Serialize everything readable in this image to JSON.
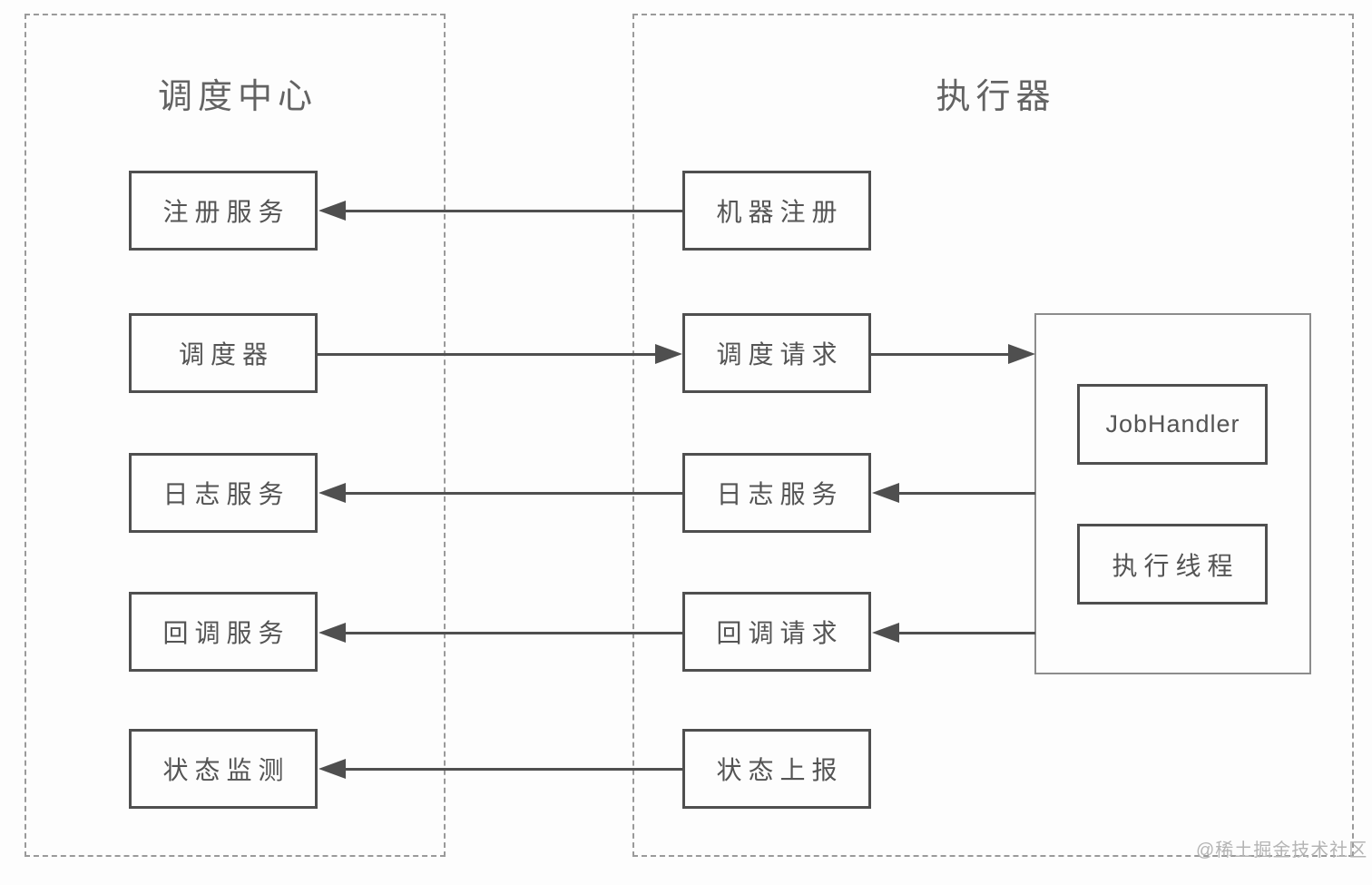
{
  "diagram": {
    "left_panel": {
      "title": "调度中心",
      "nodes": [
        {
          "id": "register-service",
          "label": "注册服务"
        },
        {
          "id": "scheduler",
          "label": "调度器"
        },
        {
          "id": "log-service",
          "label": "日志服务"
        },
        {
          "id": "callback-service",
          "label": "回调服务"
        },
        {
          "id": "status-monitor",
          "label": "状态监测"
        }
      ]
    },
    "right_panel": {
      "title": "执行器",
      "nodes": [
        {
          "id": "machine-register",
          "label": "机器注册"
        },
        {
          "id": "dispatch-request",
          "label": "调度请求"
        },
        {
          "id": "log-service",
          "label": "日志服务"
        },
        {
          "id": "callback-request",
          "label": "回调请求"
        },
        {
          "id": "status-report",
          "label": "状态上报"
        }
      ],
      "inner_container_nodes": [
        {
          "id": "job-handler",
          "label": "JobHandler"
        },
        {
          "id": "execute-thread",
          "label": "执行线程"
        }
      ]
    },
    "arrows": [
      {
        "from": "machine-register",
        "to": "register-service",
        "direction": "left"
      },
      {
        "from": "scheduler",
        "to": "dispatch-request",
        "direction": "right"
      },
      {
        "from": "dispatch-request",
        "to": "executor-inner",
        "direction": "right"
      },
      {
        "from": "log-service-right",
        "to": "log-service-left",
        "direction": "left"
      },
      {
        "from": "executor-inner",
        "to": "log-service-right",
        "direction": "left"
      },
      {
        "from": "callback-request",
        "to": "callback-service",
        "direction": "left"
      },
      {
        "from": "executor-inner",
        "to": "callback-request",
        "direction": "left"
      },
      {
        "from": "status-report",
        "to": "status-monitor",
        "direction": "left"
      }
    ],
    "watermark": "@稀土掘金技术社区",
    "colors": {
      "background": "#fdfdfd",
      "panel_border": "#9a9a9a",
      "node_border": "#4f4f4f",
      "node_text": "#545454",
      "title_text": "#636363",
      "arrow": "#4f4f4f",
      "watermark": "#b4b4b4"
    }
  }
}
